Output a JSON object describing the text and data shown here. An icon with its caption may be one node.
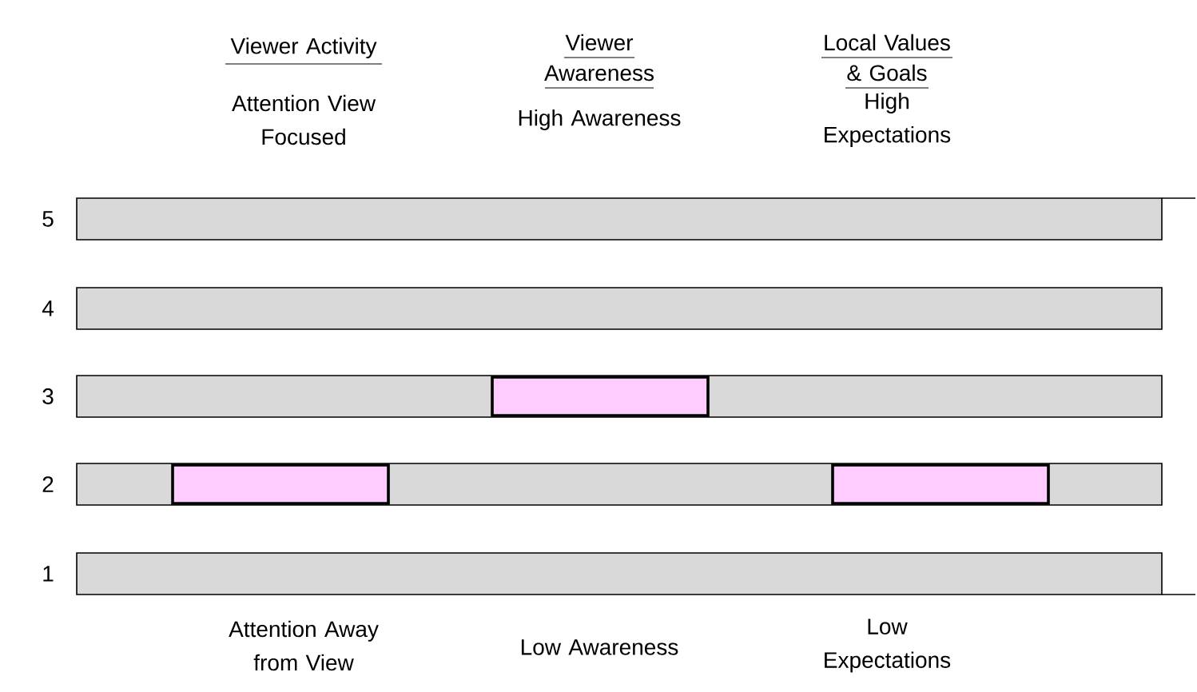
{
  "diagram": {
    "nodes": [
      {
        "text": [],
        "shape": "bar"
      },
      {
        "text": [],
        "shape": "bar"
      },
      {
        "text": [],
        "shape": "bar"
      },
      {
        "text": [],
        "shape": "box",
        "in": 2
      },
      {
        "text": [],
        "shape": "bar"
      },
      {
        "text": [],
        "shape": "box",
        "in": 4
      },
      {
        "text": [],
        "shape": "box",
        "in": 4
      },
      {
        "text": [],
        "shape": "bar"
      }
    ],
    "edges": [],
    "labels": [
      "Viewer Activity",
      "Viewer Awareness",
      "Local Values & Goals",
      "Attention View Focused",
      "High Awareness",
      "High Expectations",
      "5",
      "4",
      "3",
      "2",
      "1",
      "Attention Away from View",
      "Low Awareness",
      "Low Expectations"
    ]
  }
}
